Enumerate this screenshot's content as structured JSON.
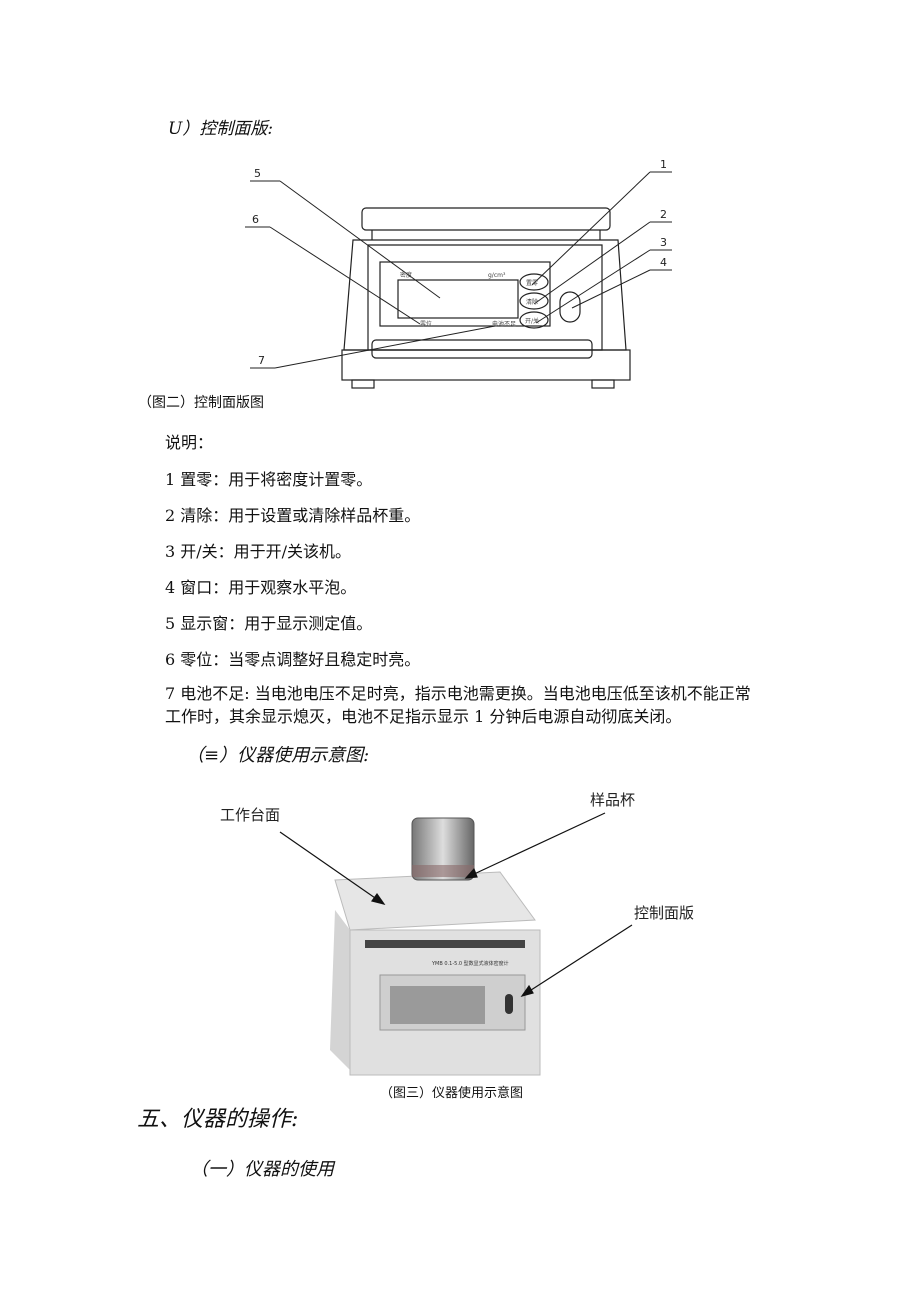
{
  "section_control_panel": {
    "heading": "U）控制面版:"
  },
  "figure2": {
    "caption": "（图二）控制面版图",
    "callouts": [
      "1",
      "2",
      "3",
      "4",
      "5",
      "6",
      "7"
    ],
    "panel_labels": {
      "density": "密度",
      "unit": "g/cm³",
      "zero_pos": "零位",
      "battery_low": "电池不足",
      "zero_btn": "置零",
      "clear_btn": "清除",
      "power_btn": "开/关"
    }
  },
  "explanation": {
    "title": "说明：",
    "items": [
      "1 置零：用于将密度计置零。",
      "2 清除：用于设置或清除样品杯重。",
      "3 开/关：用于开/关该机。",
      "4 窗口：用于观察水平泡。",
      "5 显示窗：用于显示测定值。",
      "6 零位：当零点调整好且稳定时亮。",
      "7 电池不足: 当电池电压不足时亮，指示电池需更换。当电池电压低至该机不能正常",
      "工作时，其余显示熄灭，电池不足指示显示 1 分钟后电源自动彻底关闭。"
    ]
  },
  "section_usage_diagram": {
    "heading": "（≡）仪器使用示意图:"
  },
  "figure3": {
    "caption": "（图三）仪器使用示意图",
    "labels": {
      "worktop": "工作台面",
      "sample_cup": "样品杯",
      "control_panel": "控制面版"
    },
    "device_model": "YMB 0.1-5.0 型数显式液体密度计"
  },
  "section5": {
    "heading": "五、仪器的操作:",
    "sub1": "（一）仪器的使用"
  }
}
